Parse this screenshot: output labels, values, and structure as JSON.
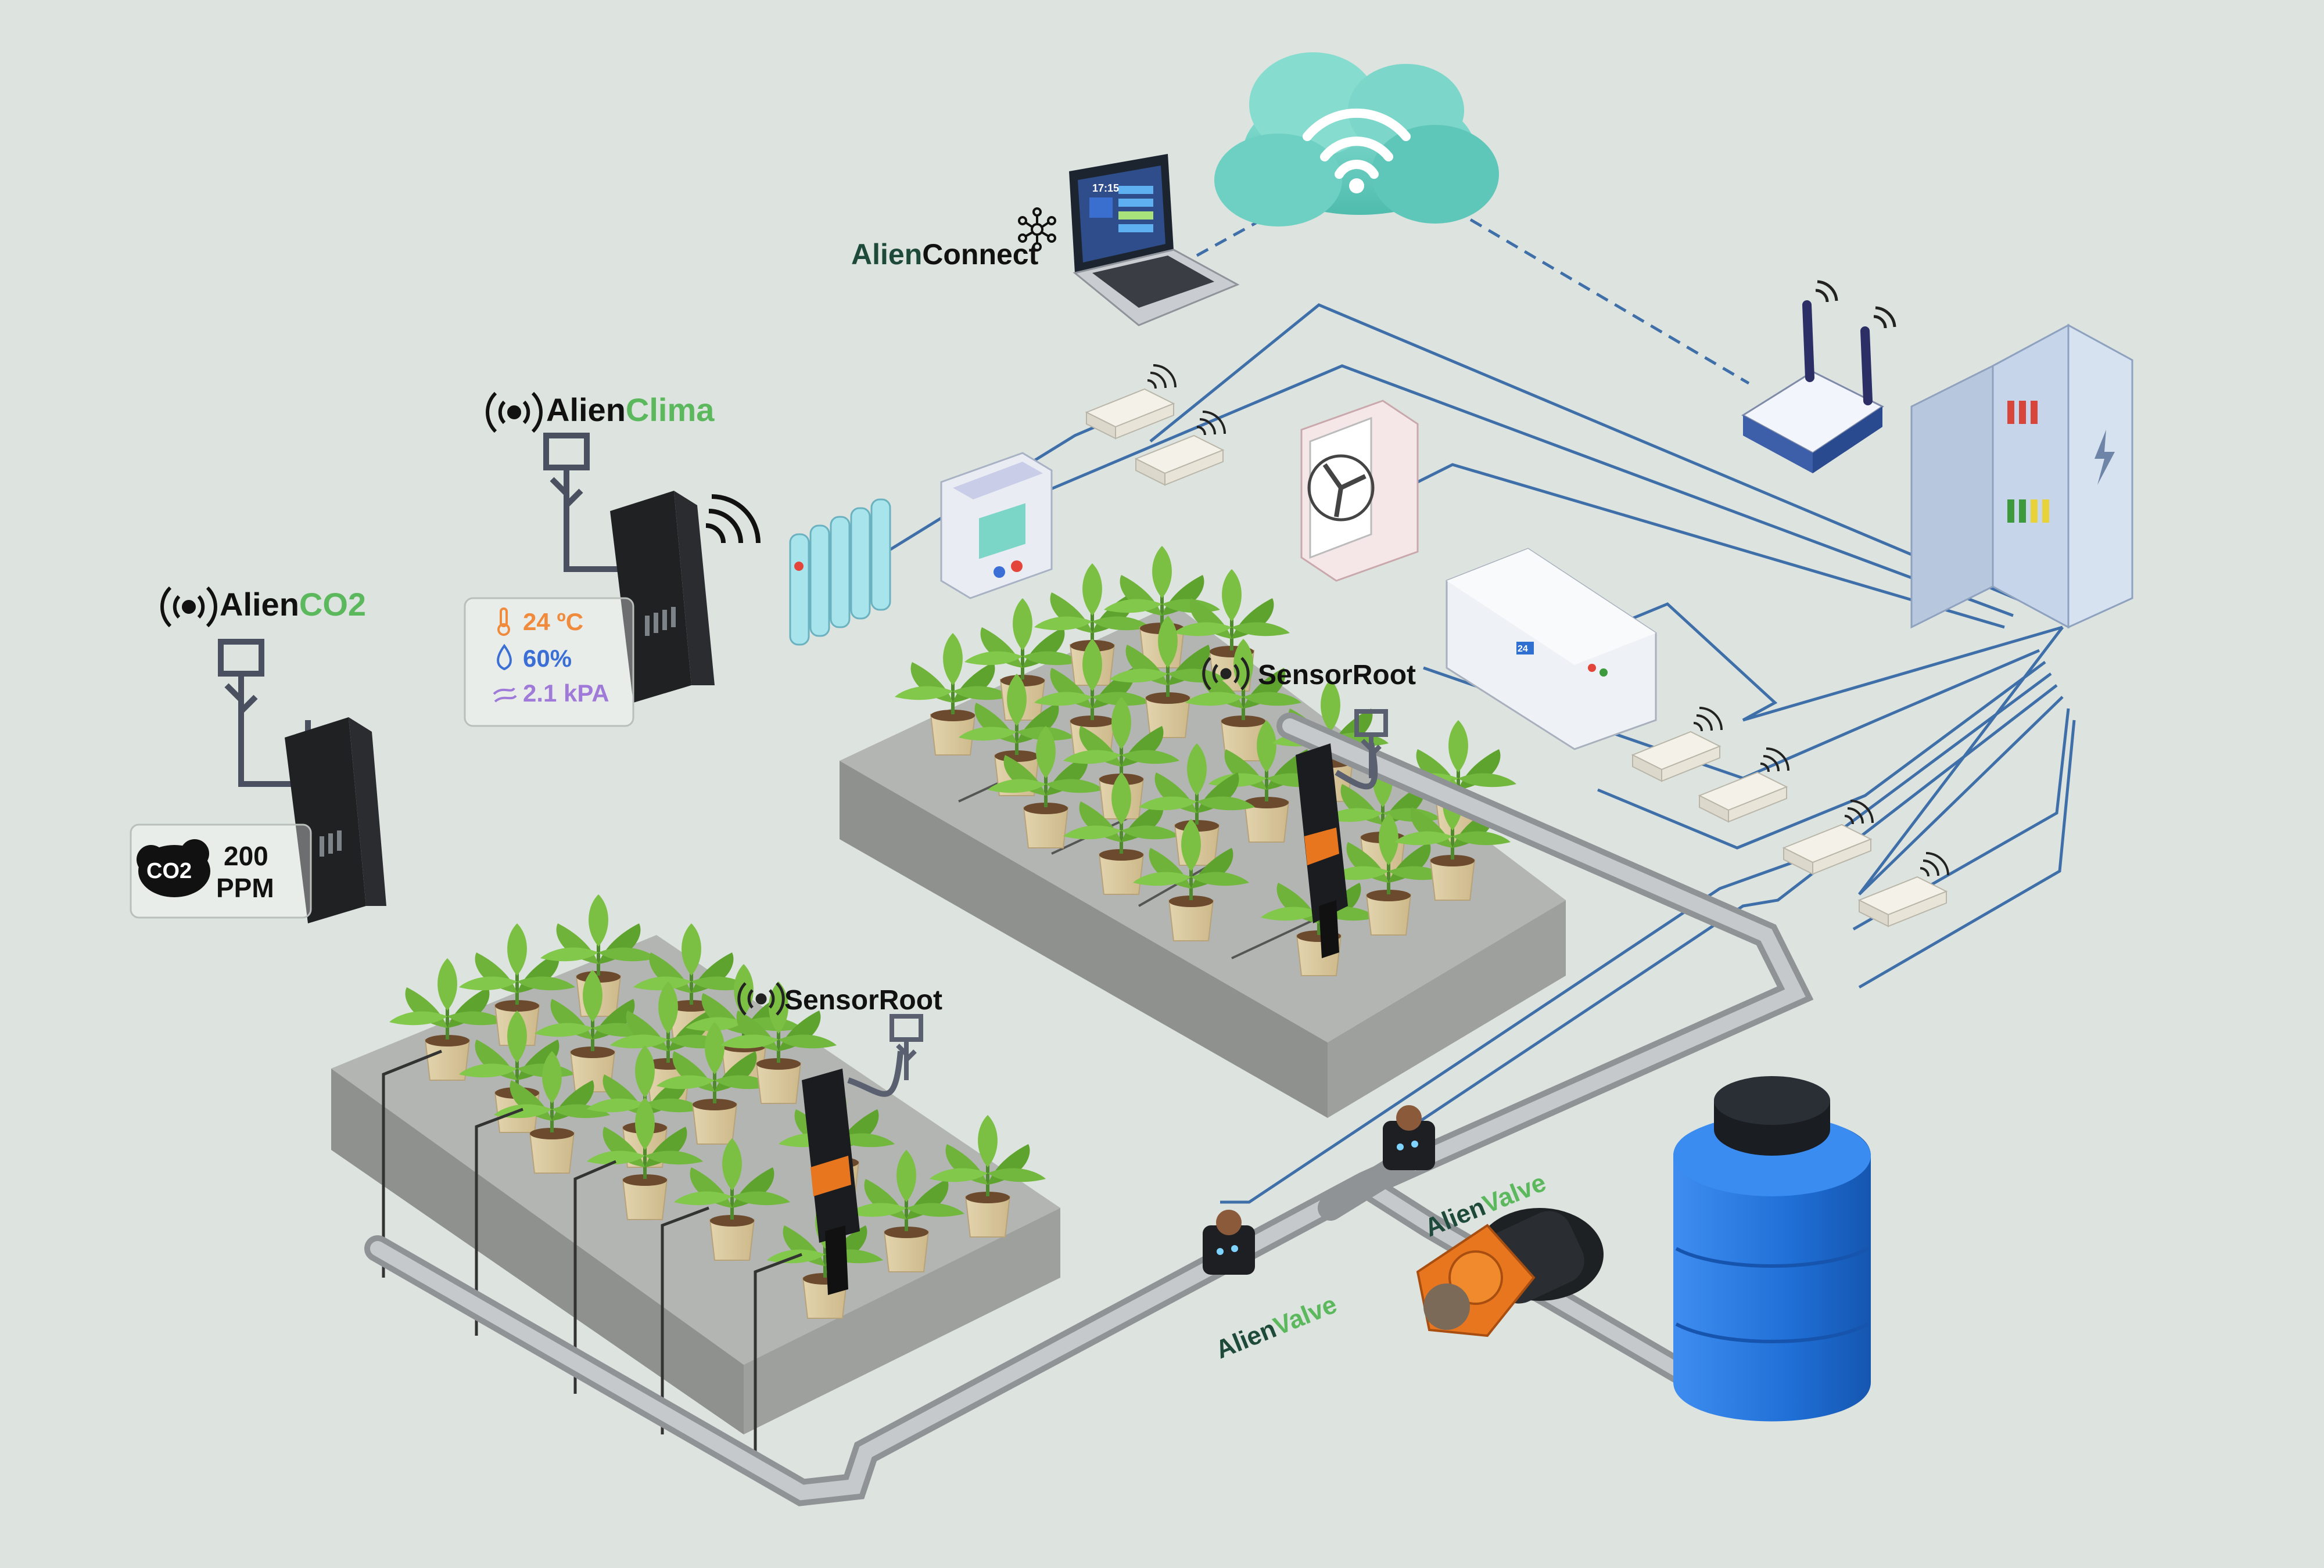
{
  "labels": {
    "alien_connect": {
      "prefix": "Alien",
      "suffix": "Connect"
    },
    "alien_clima": {
      "prefix": "Alien",
      "suffix": "Clima"
    },
    "alien_co2": {
      "prefix": "Alien",
      "suffix": "CO2"
    },
    "sensor_root_1": "SensorRoot",
    "sensor_root_2": "SensorRoot",
    "alien_valve_1": {
      "prefix": "Alien",
      "suffix": "Valve"
    },
    "alien_valve_2": {
      "prefix": "Alien",
      "suffix": "Valve"
    }
  },
  "clima_readings": {
    "temperature": "24 ºC",
    "humidity": "60%",
    "vpd": "2.1 kPA"
  },
  "co2_reading": {
    "badge": "CO2",
    "value": "200",
    "unit": "PPM"
  },
  "laptop_clock": "17:15",
  "ac_display": "24",
  "colors": {
    "background": "#dde3df",
    "brand_dark": "#1e4a3c",
    "brand_green": "#5cb85c",
    "wire_blue": "#3f6fa8",
    "cloud_teal": "#6ccfc4",
    "tank_blue": "#1f6fd6",
    "pump_orange": "#e8761e",
    "temp_orange": "#f08a3c",
    "humidity_blue": "#3b6fd6",
    "vpd_purple": "#a07ad8"
  },
  "icons": [
    "wireless-icon",
    "wifi-icon",
    "usb-icon",
    "thermometer-icon",
    "humidity-icon",
    "vpd-icon",
    "co2-cloud-icon",
    "network-icon",
    "lightning-icon"
  ]
}
